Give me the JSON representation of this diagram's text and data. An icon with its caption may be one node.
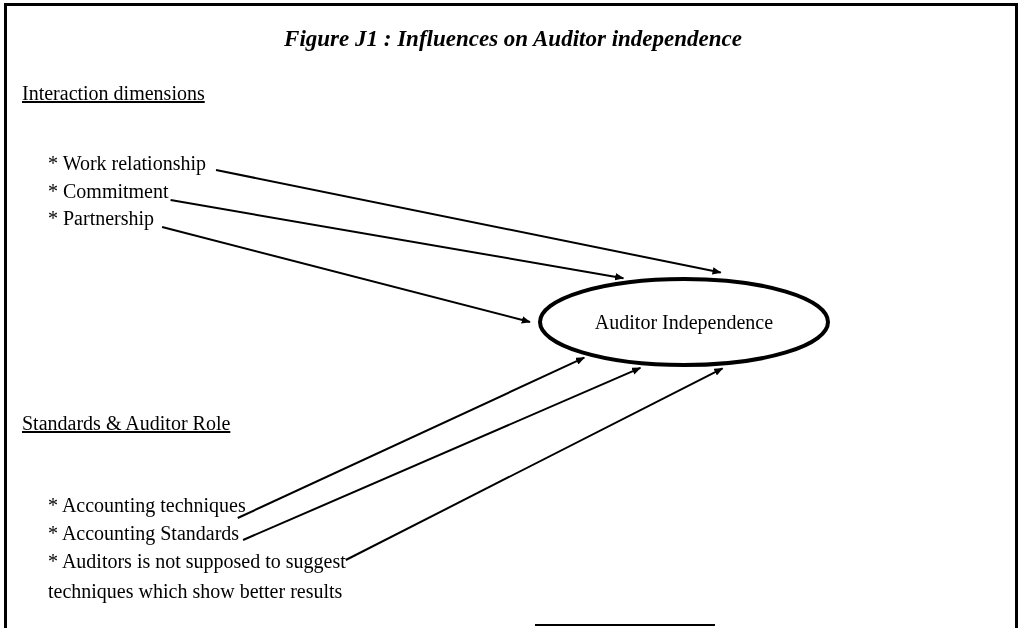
{
  "diagram": {
    "title": "Figure J1 : Influences on Auditor independence",
    "nodes": [
      {
        "text": [
          "Auditor Independence"
        ]
      },
      {
        "text": [
          "* Work relationship"
        ]
      },
      {
        "text": [
          "* Commitment"
        ]
      },
      {
        "text": [
          "* Partnership"
        ]
      },
      {
        "text": [
          "* Accounting techniques"
        ]
      },
      {
        "text": [
          "* Accounting Standards"
        ]
      },
      {
        "text": [
          "* Auditors is not supposed to suggest techniques which show better results"
        ]
      }
    ],
    "edges": [
      {
        "from": 1,
        "to": 0,
        "arrow": "to"
      },
      {
        "from": 2,
        "to": 0,
        "arrow": "to"
      },
      {
        "from": 3,
        "to": 0,
        "arrow": "to"
      },
      {
        "from": 4,
        "to": 0,
        "arrow": "to"
      },
      {
        "from": 5,
        "to": 0,
        "arrow": "to"
      },
      {
        "from": 6,
        "to": 0,
        "arrow": "to"
      }
    ],
    "labels": [
      "Interaction dimensions",
      "Standards & Auditor Role"
    ]
  }
}
